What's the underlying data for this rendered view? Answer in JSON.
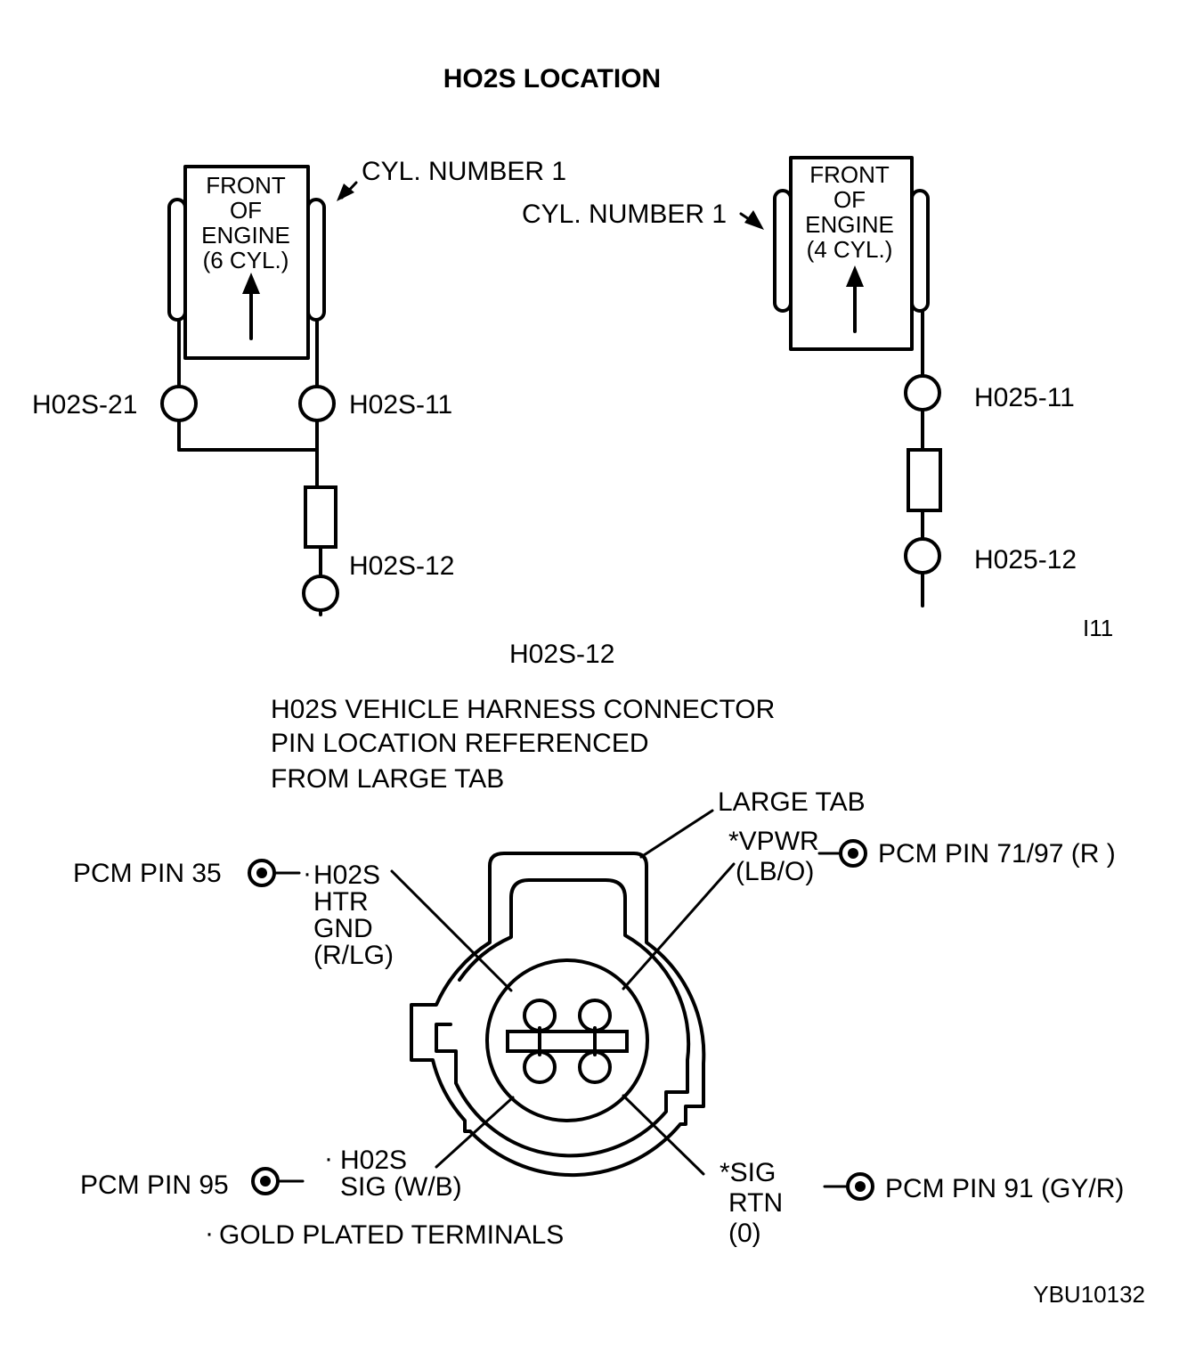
{
  "title": "HO2S LOCATION",
  "six_cyl": {
    "engine_label": [
      "FRONT",
      "OF",
      "ENGINE",
      "(6 CYL.)"
    ],
    "cyl_label": "CYL. NUMBER 1",
    "sensor_left": "H02S-21",
    "sensor_right": "H02S-11",
    "sensor_down": "H02S-12"
  },
  "four_cyl": {
    "engine_label": [
      "FRONT",
      "OF",
      "ENGINE",
      "(4 CYL.)"
    ],
    "cyl_label": "CYL. NUMBER 1",
    "sensor_upper": "H025-11",
    "sensor_lower": "H025-12"
  },
  "ref_code": "I11",
  "mid_label": "H02S-12",
  "connector_caption": [
    "H02S VEHICLE HARNESS CONNECTOR",
    "PIN LOCATION REFERENCED",
    "FROM LARGE TAB"
  ],
  "large_tab_label": "LARGE TAB",
  "pins": {
    "top_left": {
      "pcm": "PCM PIN 35",
      "name": [
        "H02S",
        "HTR",
        "GND",
        "(R/LG)"
      ],
      "gold": true
    },
    "top_right": {
      "pcm": "PCM PIN 71/97 (R )",
      "name": [
        "*VPWR",
        "(LB/O)"
      ],
      "gold": false
    },
    "bottom_left": {
      "pcm": "PCM PIN 95",
      "name": [
        "H02S",
        "SIG (W/B)"
      ],
      "gold": true
    },
    "bottom_right": {
      "pcm": "PCM PIN 91 (GY/R)",
      "name": [
        "*SIG",
        "RTN",
        "(0)"
      ],
      "gold": false
    }
  },
  "legend": "GOLD PLATED TERMINALS",
  "figure_code": "YBU10132"
}
